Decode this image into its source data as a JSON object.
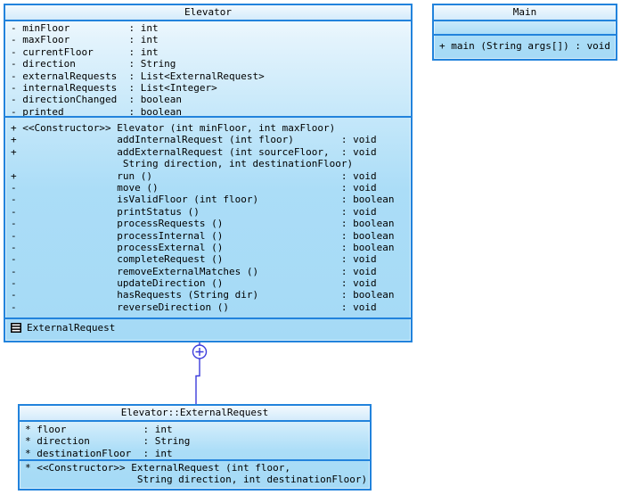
{
  "colors": {
    "box_border": "#2283dc",
    "box_fill_bottom": "#a5daf6",
    "connector": "#3c3cdc"
  },
  "elevator": {
    "title": "Elevator",
    "fields": [
      "- minFloor          : int",
      "- maxFloor          : int",
      "- currentFloor      : int",
      "- direction         : String",
      "- externalRequests  : List<ExternalRequest>",
      "- internalRequests  : List<Integer>",
      "- directionChanged  : boolean",
      "- printed           : boolean"
    ],
    "methods": [
      "+ <<Constructor>> Elevator (int minFloor, int maxFloor)",
      "+                 addInternalRequest (int floor)        : void",
      "+                 addExternalRequest (int sourceFloor,  : void",
      "                   String direction, int destinationFloor)",
      "+                 run ()                                : void",
      "-                 move ()                               : void",
      "-                 isValidFloor (int floor)              : boolean",
      "-                 printStatus ()                        : void",
      "-                 processRequests ()                    : boolean",
      "-                 processInternal ()                    : boolean",
      "-                 processExternal ()                    : boolean",
      "-                 completeRequest ()                    : void",
      "-                 removeExternalMatches ()              : void",
      "-                 updateDirection ()                    : void",
      "-                 hasRequests (String dir)              : boolean",
      "-                 reverseDirection ()                   : void"
    ],
    "nested_class": "ExternalRequest"
  },
  "main": {
    "title": "Main",
    "methods": [
      "+ main (String args[]) : void"
    ]
  },
  "external_request": {
    "title": "Elevator::ExternalRequest",
    "fields": [
      "* floor             : int",
      "* direction         : String",
      "* destinationFloor  : int"
    ],
    "methods": [
      "* <<Constructor>> ExternalRequest (int floor,",
      "                   String direction, int destinationFloor)"
    ]
  }
}
